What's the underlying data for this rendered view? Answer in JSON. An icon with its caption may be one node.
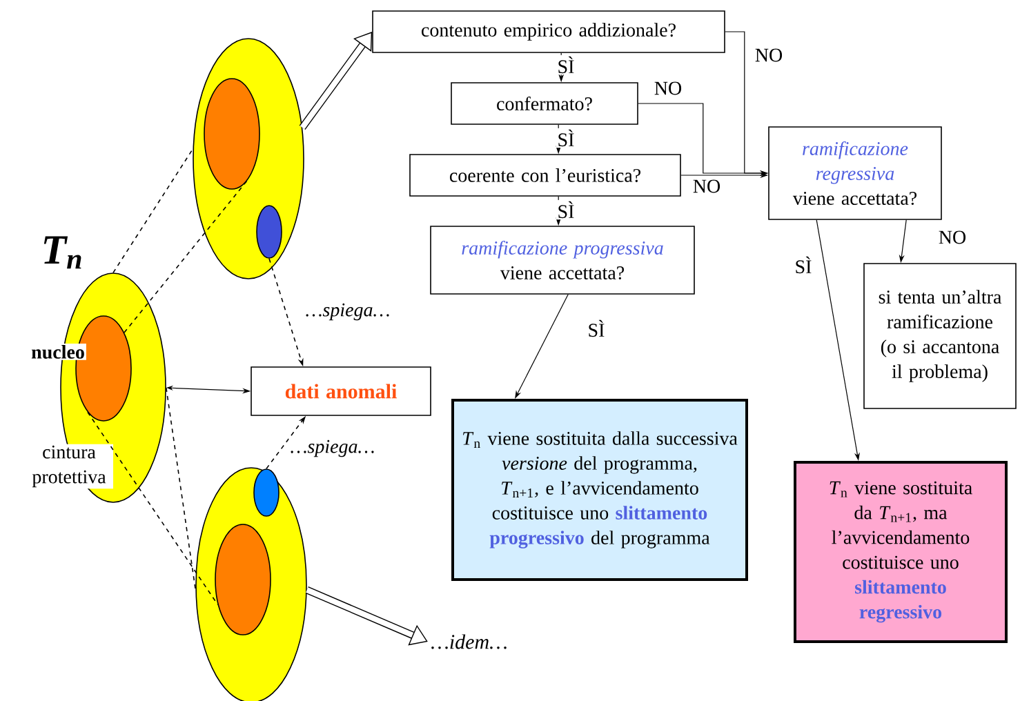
{
  "diagram": {
    "nodes": [
      {
        "text": [
          "T$_{n}$",
          "cintura protettiva"
        ]
      },
      {
        "text": [],
        "shape": "ellipse",
        "in": 0
      },
      {
        "text": [],
        "shape": "ellipse"
      },
      {
        "text": [],
        "shape": "ellipse",
        "in": 2
      },
      {
        "text": [],
        "shape": "ellipse",
        "in": 2
      },
      {
        "text": [],
        "shape": "ellipse"
      },
      {
        "text": [],
        "shape": "ellipse",
        "in": 5
      },
      {
        "text": [],
        "shape": "ellipse",
        "in": 5
      },
      {
        "text": [
          "dati anomali"
        ]
      },
      {
        "text": [
          "contenuto empirico addizionale?"
        ]
      },
      {
        "text": [
          "confermato?"
        ]
      },
      {
        "text": [
          "coerente con l’euristica?"
        ]
      },
      {
        "text": [
          "ramificazione progressiva",
          "viene accettata?"
        ]
      },
      {
        "text": [
          "ramificazione regressiva",
          "viene accettata?"
        ]
      },
      {
        "text": [
          "si tenta un’altra ramificazione (o si accantona il problema)"
        ]
      },
      {
        "text": [
          "*T*$_{n}$ viene sostituita dalla successiva *versione* del programma, *T*$_{n+1}$, e l’avvicendamento costituisce uno **slittamento progressivo** del programma"
        ]
      },
      {
        "text": [
          "*T*$_{n}$ viene sostituita da *T*$_{n+1}$, ma l’avvicendamento costituisce uno **slittamento regressivo**"
        ]
      },
      {
        "text": [
          "…idem…"
        ]
      }
    ],
    "edges": [
      {
        "from": 0,
        "to": 2,
        "arrow": "none",
        "style": "dashed"
      },
      {
        "from": 1,
        "to": 3,
        "arrow": "none",
        "style": "dashed"
      },
      {
        "from": 0,
        "to": 5,
        "arrow": "none",
        "style": "dashed"
      },
      {
        "from": 1,
        "to": 7,
        "arrow": "none",
        "style": "dashed"
      },
      {
        "from": 4,
        "to": 8,
        "arrow": "to",
        "style": "dashed",
        "label": "…spiega…"
      },
      {
        "from": 6,
        "to": 8,
        "arrow": "to",
        "style": "dashed",
        "label": "…spiega…"
      },
      {
        "from": 0,
        "to": 8,
        "arrow": "both"
      },
      {
        "from": 2,
        "to": 9,
        "arrow": "to",
        "style": "thick"
      },
      {
        "from": 5,
        "to": 17,
        "arrow": "to",
        "style": "thick"
      },
      {
        "from": 9,
        "to": 10,
        "arrow": "to",
        "label": "SÌ"
      },
      {
        "from": 10,
        "to": 11,
        "arrow": "to",
        "label": "SÌ"
      },
      {
        "from": 11,
        "to": 12,
        "arrow": "to",
        "label": "SÌ"
      },
      {
        "from": 12,
        "to": 15,
        "arrow": "to",
        "label": "SÌ"
      },
      {
        "from": 9,
        "to": 13,
        "arrow": "to",
        "label": "NO"
      },
      {
        "from": 10,
        "to": 13,
        "arrow": "to",
        "label": "NO"
      },
      {
        "from": 11,
        "to": 13,
        "arrow": "to",
        "label": "NO"
      },
      {
        "from": 13,
        "to": 16,
        "arrow": "to",
        "label": "SÌ"
      },
      {
        "from": 13,
        "to": 14,
        "arrow": "to",
        "label": "NO"
      }
    ],
    "labels": [
      "nucleo"
    ]
  }
}
